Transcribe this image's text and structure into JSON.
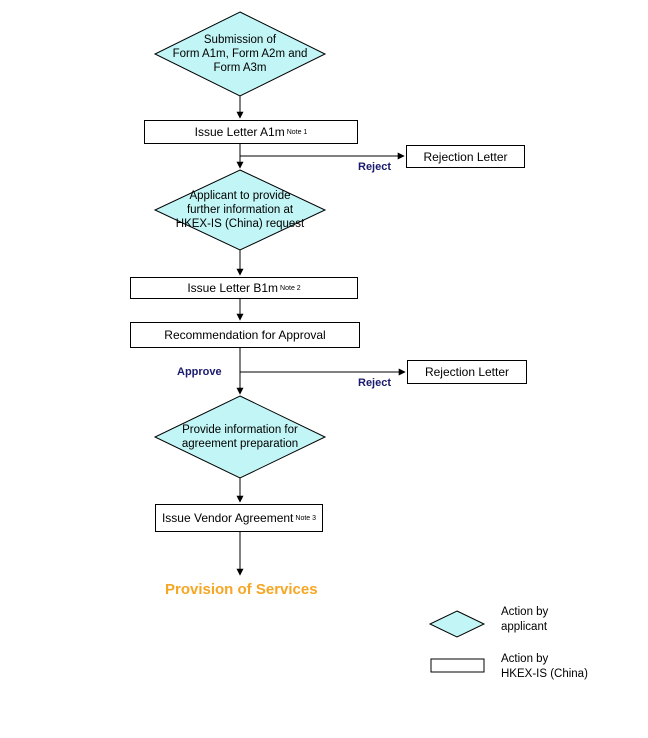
{
  "nodes": {
    "submission": [
      "Submission of",
      "Form A1m, Form A2m and",
      "Form A3m"
    ],
    "issue_a1m": {
      "text": "Issue Letter A1m",
      "note": "Note 1"
    },
    "rejection1": "Rejection Letter",
    "further_info": [
      "Applicant to provide",
      "further information at",
      "HKEX-IS (China) request"
    ],
    "issue_b1m": {
      "text": "Issue Letter B1m",
      "note": "Note 2"
    },
    "recommendation": "Recommendation for Approval",
    "rejection2": "Rejection Letter",
    "provide_info": [
      "Provide information for",
      "agreement preparation"
    ],
    "vendor_agreement": {
      "text": "Issue Vendor Agreement",
      "note": "Note 3"
    },
    "final": "Provision of Services"
  },
  "labels": {
    "reject1": "Reject",
    "approve": "Approve",
    "reject2": "Reject"
  },
  "legend": {
    "applicant": [
      "Action by",
      "applicant"
    ],
    "hkex": [
      "Action by",
      "HKEX-IS (China)"
    ]
  },
  "colors": {
    "diamond_fill": "#c2f5f5",
    "label": "#1a1a6e",
    "final": "#f5a623"
  }
}
